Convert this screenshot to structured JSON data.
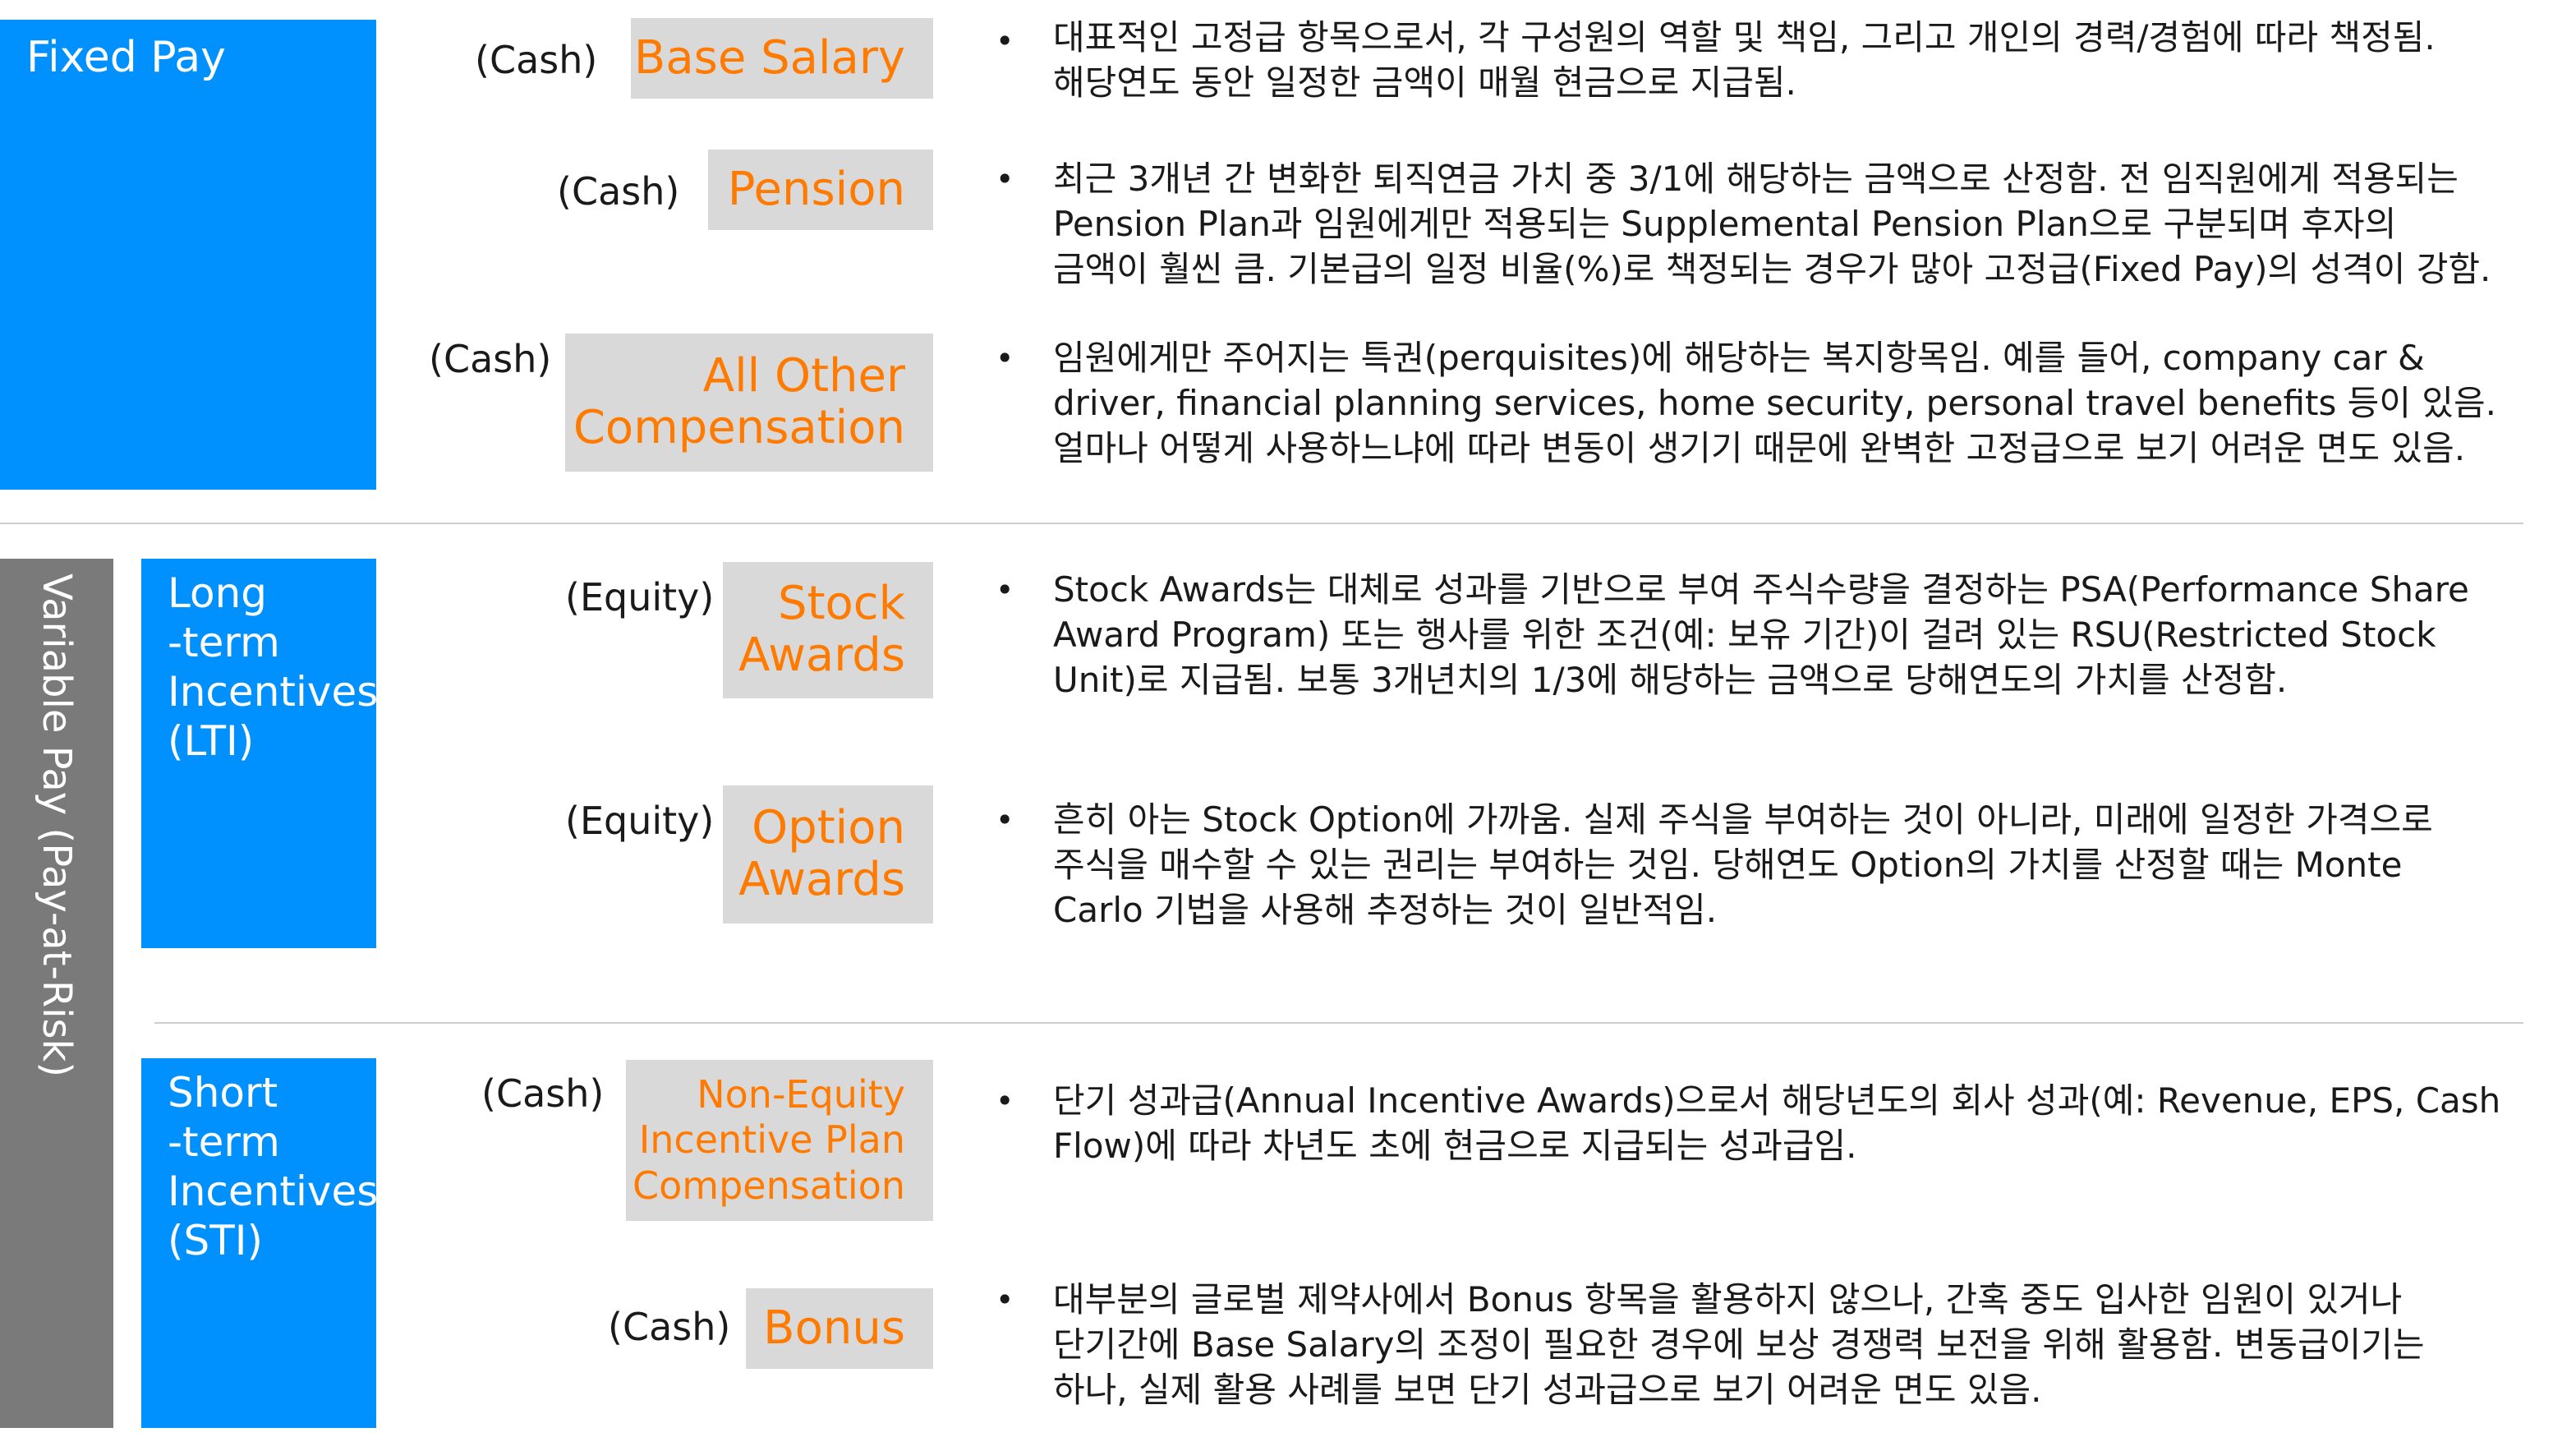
{
  "fixed_pay": {
    "title": "Fixed Pay",
    "items": [
      {
        "type": "(Cash)",
        "label_lines": [
          "Base Salary"
        ],
        "desc_lines": [
          "대표적인 고정급 항목으로서, 각 구성원의 역할 및 책임, 그리고 개인의 경력/경험에 따라 책정됨.",
          "해당연도 동안 일정한 금액이 매월 현금으로 지급됨."
        ]
      },
      {
        "type": "(Cash)",
        "label_lines": [
          "Pension"
        ],
        "desc_lines": [
          "최근 3개년 간 변화한 퇴직연금 가치 중 3/1에 해당하는 금액으로 산정함. 전 임직원에게 적용되는",
          "Pension Plan과 임원에게만 적용되는 Supplemental Pension Plan으로 구분되며 후자의",
          "금액이 훨씬 큼. 기본급의 일정 비율(%)로 책정되는 경우가 많아 고정급(Fixed Pay)의 성격이 강함."
        ]
      },
      {
        "type": "(Cash)",
        "label_lines": [
          "All Other",
          "Compensation"
        ],
        "desc_lines": [
          "임원에게만 주어지는 특권(perquisites)에 해당하는 복지항목임. 예를 들어, company car &",
          "driver, financial planning services, home security, personal travel benefits 등이 있음.",
          "얼마나 어떻게 사용하느냐에 따라 변동이 생기기 때문에 완벽한 고정급으로 보기 어려운 면도 있음."
        ]
      }
    ]
  },
  "variable_pay": {
    "title": "Variable Pay (Pay-at-Risk)",
    "lti": {
      "title_lines": [
        "Long",
        "-term",
        "Incentives",
        "(LTI)"
      ],
      "items": [
        {
          "type": "(Equity)",
          "label_lines": [
            "Stock",
            "Awards"
          ],
          "desc_lines": [
            "Stock Awards는 대체로 성과를 기반으로 부여 주식수량을 결정하는 PSA(Performance Share",
            "Award Program) 또는 행사를 위한 조건(예: 보유 기간)이 걸려 있는 RSU(Restricted Stock",
            "Unit)로 지급됨. 보통 3개년치의 1/3에 해당하는 금액으로 당해연도의 가치를 산정함."
          ]
        },
        {
          "type": "(Equity)",
          "label_lines": [
            "Option",
            "Awards"
          ],
          "desc_lines": [
            "흔히 아는 Stock Option에 가까움. 실제 주식을 부여하는 것이 아니라, 미래에 일정한 가격으로",
            "주식을 매수할 수 있는 권리는 부여하는 것임. 당해연도 Option의 가치를 산정할 때는 Monte",
            "Carlo 기법을 사용해 추정하는 것이 일반적임."
          ]
        }
      ]
    },
    "sti": {
      "title_lines": [
        "Short",
        "-term",
        "Incentives",
        "(STI)"
      ],
      "items": [
        {
          "type": "(Cash)",
          "label_lines": [
            "Non-Equity",
            "Incentive Plan",
            "Compensation"
          ],
          "desc_lines": [
            "단기 성과급(Annual Incentive Awards)으로서 해당년도의 회사 성과(예: Revenue, EPS, Cash",
            "Flow)에 따라 차년도 초에 현금으로 지급되는 성과급임."
          ]
        },
        {
          "type": "(Cash)",
          "label_lines": [
            "Bonus"
          ],
          "desc_lines": [
            "대부분의 글로벌 제약사에서 Bonus 항목을 활용하지 않으나, 간혹 중도 입사한 임원이 있거나",
            "단기간에 Base Salary의 조정이 필요한 경우에 보상 경쟁력 보전을 위해 활용함. 변동급이기는",
            "하나, 실제 활용 사례를 보면 단기 성과급으로 보기 어려운 면도 있음."
          ]
        }
      ]
    }
  },
  "bullet_char": "•",
  "colors": {
    "category_blue": "#0091ff",
    "variable_gray": "#7a7a7a",
    "label_box_gray": "#d9d9d9",
    "label_text_orange": "#ff7a00"
  }
}
